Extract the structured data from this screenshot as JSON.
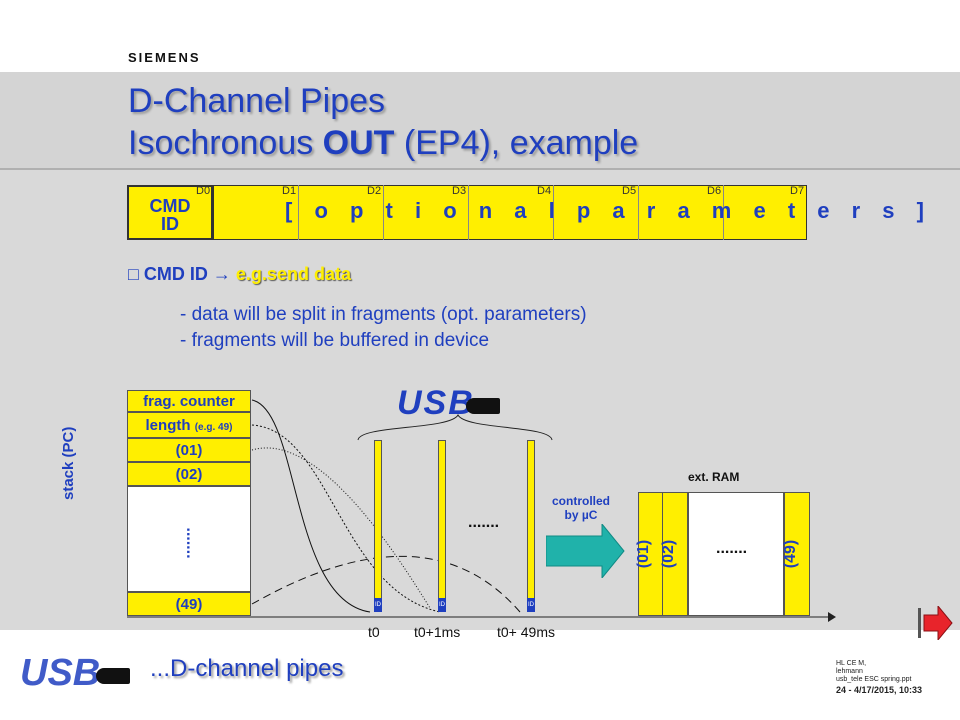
{
  "header": {
    "brand": "SIEMENS",
    "title_line1": "D-Channel Pipes",
    "title_line2_pre": "Isochronous ",
    "title_line2_bold": "OUT",
    "title_line2_post": " (EP4), example"
  },
  "packet": {
    "cmd_line1": "CMD",
    "cmd_line2": "ID",
    "byte_labels": [
      "D0",
      "D1",
      "D2",
      "D3",
      "D4",
      "D5",
      "D6",
      "D7"
    ],
    "param_text": "[ o p t i o n a l   p a r a m e t e r s ]"
  },
  "bullets": {
    "main_prefix": "CMD ID",
    "main_arrow": "→",
    "main_highlight": "e.g.send data",
    "sub1": "data will be split in fragments (opt. parameters)",
    "sub2": "fragments will be buffered in device"
  },
  "stack": {
    "axis_label": "stack (PC)",
    "cells": [
      "frag. counter",
      "length",
      "(01)",
      "(02)"
    ],
    "length_note": "(e.g. 49)",
    "ellipsis": ".......",
    "last_cell": "(49)"
  },
  "usb": {
    "logo_text": "USB",
    "frame_id": "ID",
    "frame_ticks": [
      "t0",
      "t0+1ms",
      "t0+ 49ms"
    ],
    "frames_ellipsis": "......."
  },
  "ram": {
    "controlled_label1": "controlled",
    "controlled_label2": "by µC",
    "title": "ext. RAM",
    "cols": [
      "(01)",
      "(02)",
      "(49)"
    ],
    "ellipsis": "......."
  },
  "footer": {
    "text": "...D-channel pipes",
    "meta1": "HL CE M,",
    "meta2": "lehmann",
    "meta3": "usb_tele ESC spring.ppt",
    "meta4": "24 - 4/17/2015,   10:33"
  },
  "colors": {
    "title_blue": "#1f3fbf",
    "yellow": "#ffef00",
    "teal_arrow": "#20b2aa",
    "red_nav": "#e8242b"
  }
}
